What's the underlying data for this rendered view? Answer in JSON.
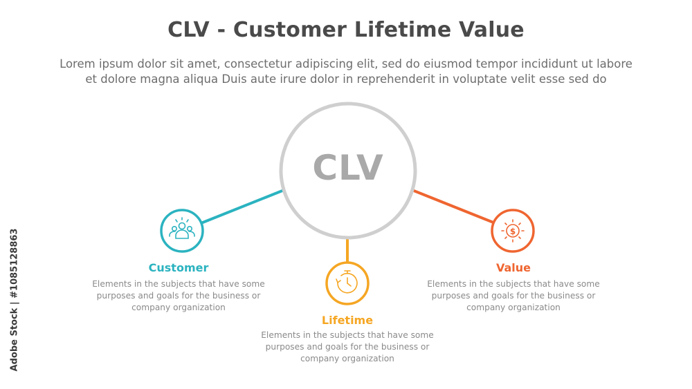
{
  "title": "CLV - Customer Lifetime Value",
  "subtitle_line1": "Lorem ipsum dolor sit amet, consectetur adipiscing elit, sed do eiusmod tempor incididunt ut labore",
  "subtitle_line2": "et dolore magna aliqua Duis aute irure dolor in reprehenderit in voluptate velit esse sed do",
  "center": {
    "label": "CLV",
    "color": "#cfcfcf"
  },
  "nodes": [
    {
      "title": "Customer",
      "icon": "people-icon",
      "color": "#2bb3c0",
      "desc_line1": "Elements in the subjects that have some",
      "desc_line2": "purposes and goals for the business or",
      "desc_line3": "company organization"
    },
    {
      "title": "Lifetime",
      "icon": "stopwatch-icon",
      "color": "#f5a623",
      "desc_line1": "Elements in the subjects that have some",
      "desc_line2": "purposes and goals for the business or",
      "desc_line3": "company organization"
    },
    {
      "title": "Value",
      "icon": "dollar-coin-icon",
      "color": "#ef6530",
      "desc_line1": "Elements in the subjects that have some",
      "desc_line2": "purposes and goals for the business or",
      "desc_line3": "company organization"
    }
  ],
  "watermark": "Adobe Stock | #1085128863"
}
